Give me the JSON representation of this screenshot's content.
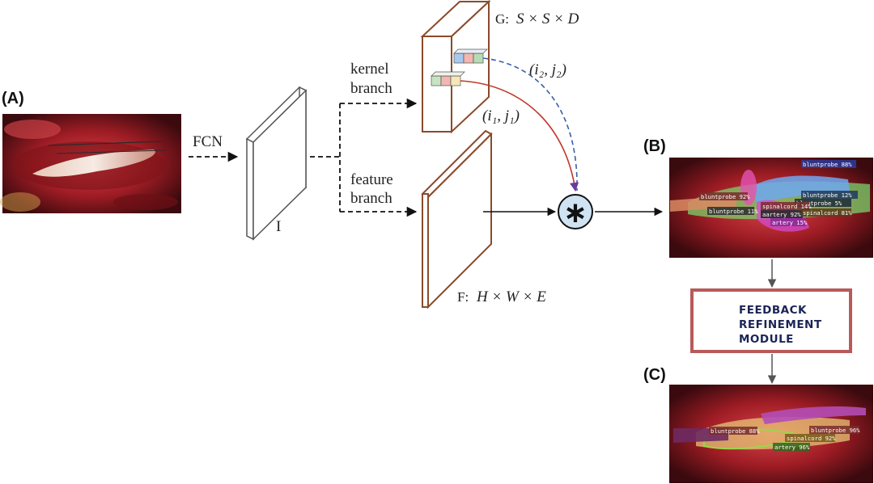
{
  "panels": {
    "a": "(A)",
    "b": "(B)",
    "c": "(C)"
  },
  "labels": {
    "fcn": "FCN",
    "input_symbol": "I",
    "kernel_branch_line1": "kernel",
    "kernel_branch_line2": "branch",
    "feature_branch_line1": "feature",
    "feature_branch_line2": "branch",
    "g_prefix": "G:",
    "g_dims": "S × S × D",
    "f_prefix": "F:",
    "f_dims": "H × W × E",
    "pos2": "(i₂, j₂)",
    "pos1": "(i₁, j₁)",
    "conv_symbol": "∗"
  },
  "module": {
    "line1": "FEEDBACK",
    "line2": "REFINEMENT",
    "line3": "MODULE"
  },
  "detections_b": [
    "bluntprobe 88%",
    "bluntprobe 92%",
    "bluntprobe 12%",
    "bluntprobe 5%",
    "bluntprobe 11%",
    "spinalcord 14%",
    "aartery 92%",
    "spinalcord 81%",
    "artery 15%"
  ],
  "detections_c": [
    "bluntprobe 88%",
    "bluntprobe 96%",
    "spinalcord 92%",
    "artery 96%"
  ],
  "colors": {
    "plate_brown": "#8b4a2b",
    "module_border": "#b85a5a",
    "module_text": "#1b2456",
    "conv_fill": "#cfe3f3",
    "red_curve": "#c0392b",
    "blue_curve": "#3b5fa8"
  }
}
